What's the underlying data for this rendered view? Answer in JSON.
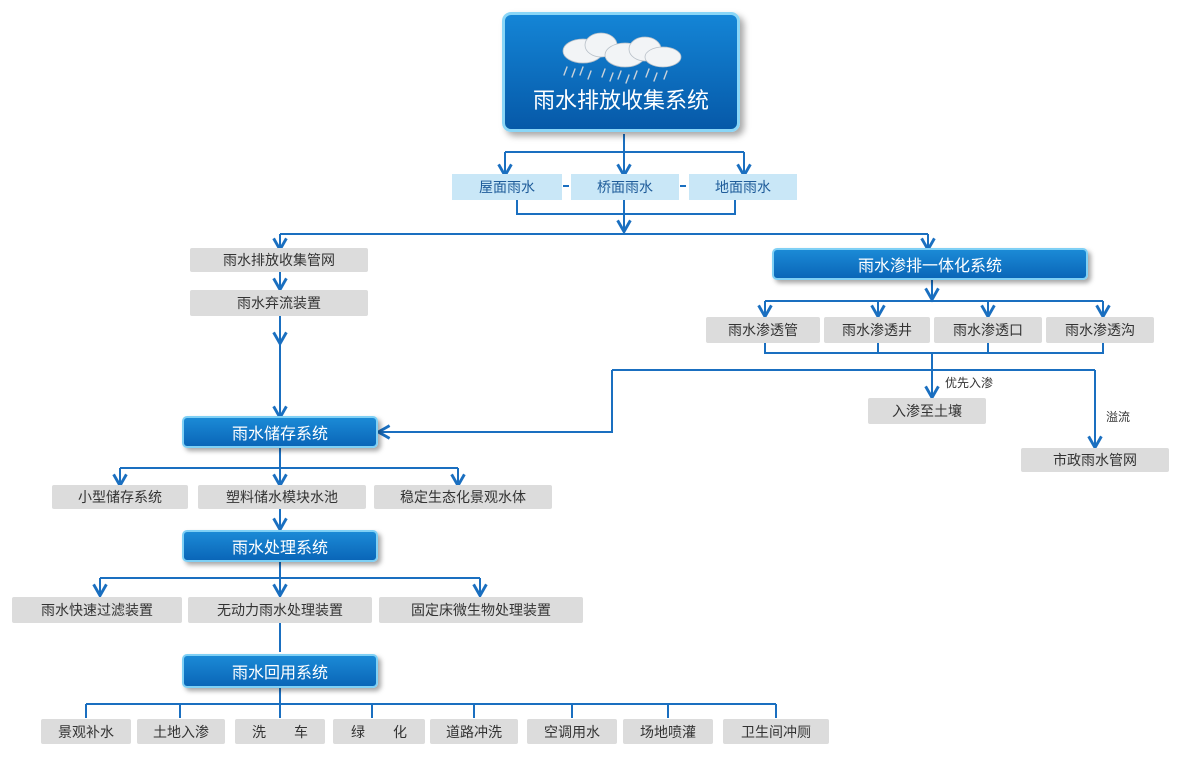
{
  "diagram": {
    "root": "雨水排放收集系统",
    "sources": [
      "屋面雨水",
      "桥面雨水",
      "地面雨水"
    ],
    "left_branch": {
      "collection_network": "雨水排放收集管网",
      "diversion_device": "雨水弃流装置"
    },
    "infiltration": {
      "title": "雨水渗排一体化系统",
      "items": [
        "雨水渗透管",
        "雨水渗透井",
        "雨水渗透口",
        "雨水渗透沟"
      ],
      "priority_label": "优先入渗",
      "soil": "入渗至土壤",
      "overflow_label": "溢流",
      "municipal": "市政雨水管网"
    },
    "storage": {
      "title": "雨水储存系统",
      "items": [
        "小型储存系统",
        "塑料储水模块水池",
        "稳定生态化景观水体"
      ]
    },
    "treatment": {
      "title": "雨水处理系统",
      "items": [
        "雨水快速过滤装置",
        "无动力雨水处理装置",
        "固定床微生物处理装置"
      ]
    },
    "reuse": {
      "title": "雨水回用系统",
      "items": [
        "景观补水",
        "土地入渗",
        "洗　　车",
        "绿　　化",
        "道路冲洗",
        "空调用水",
        "场地喷灌",
        "卫生间冲厕"
      ]
    },
    "icons": {
      "root_icon": "rain-cloud-icon"
    },
    "colors": {
      "system_blue": "#0a66b8",
      "light_blue": "#c9e7f7",
      "gray_box": "#dcdcdc",
      "connector": "#1a6fc0"
    }
  }
}
